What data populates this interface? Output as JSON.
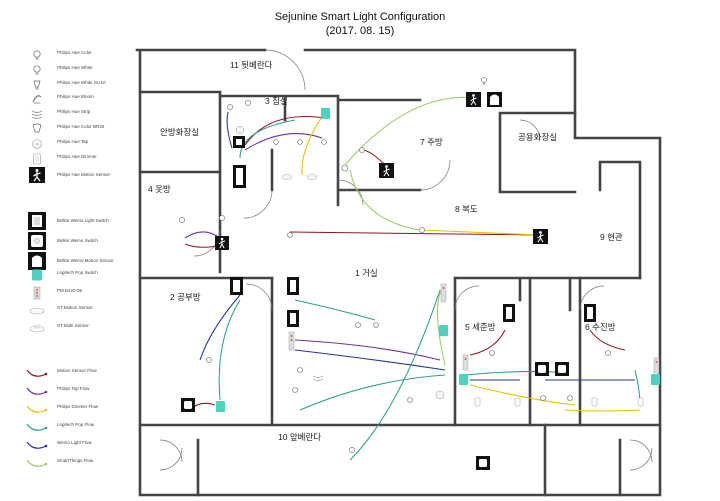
{
  "title": "Sejunine Smart Light Configuration",
  "date": "(2017. 08. 15)",
  "legend": [
    {
      "icon": "bulb-color-icon",
      "label": "Philips Hue Color"
    },
    {
      "icon": "bulb-white-icon",
      "label": "Philips Hue White"
    },
    {
      "icon": "bulb-ambiance-icon",
      "label": "Philips Hue White GU10"
    },
    {
      "icon": "bloom-lamp-icon",
      "label": "Philips Hue Bloom"
    },
    {
      "icon": "lightstrip-icon",
      "label": "Philips Hue Strip"
    },
    {
      "icon": "bulb-e14-icon",
      "label": "Philips Hue Color BR30"
    },
    {
      "icon": "hue-tap-icon",
      "label": "Philips Hue Tap"
    },
    {
      "icon": "hue-dimmer-icon",
      "label": "Philips Hue Dimmer"
    },
    {
      "icon": "hue-motion-sensor-icon",
      "label": "Philips Hue Motion Sensor"
    },
    {
      "icon": "wemo-light-switch-icon",
      "label": "Belkin Wemo Light Switch"
    },
    {
      "icon": "wemo-switch-icon",
      "label": "Belkin Wemo Switch"
    },
    {
      "icon": "wemo-motion-sensor-icon",
      "label": "Belkin Wemo Motion Sensor"
    },
    {
      "icon": "logitech-pop-switch-icon",
      "label": "Logitech Pop Switch"
    },
    {
      "icon": "power-strip-icon",
      "label": "PM B420-05"
    },
    {
      "icon": "st-motion-sensor-icon",
      "label": "ST Motion Sensor"
    },
    {
      "icon": "st-multi-sensor-icon",
      "label": "ST Multi Sensor"
    },
    {
      "icon": "motion-flow-icon",
      "label": "Motion Sensor Flow",
      "color": "#8b1a1a"
    },
    {
      "icon": "tap-flow-icon",
      "label": "Philips Tap Flow",
      "color": "#7030a0"
    },
    {
      "icon": "dimmer-flow-icon",
      "label": "Philips Dimmer Flow",
      "color": "#e6c200"
    },
    {
      "icon": "pop-flow-icon",
      "label": "Logitech Pop Flow",
      "color": "#2a9d8f"
    },
    {
      "icon": "wemo-flow-icon",
      "label": "Wemo Light Flow",
      "color": "#1f3a93"
    },
    {
      "icon": "smartthings-flow-icon",
      "label": "SmartThings Flow",
      "color": "#9ccc65"
    }
  ],
  "rooms": {
    "rear_veranda": "11 뒷베란다",
    "bedroom": "3 침실",
    "master_bath": "안방화장실",
    "dressing": "4 옷방",
    "kitchen": "7 주방",
    "public_bath": "공용화장실",
    "hallway": "8 복도",
    "entrance": "9 현관",
    "living": "1 거실",
    "study": "2 공부방",
    "room5": "5 세준방",
    "room6": "6 수진방",
    "front_veranda": "10 앞베란다"
  }
}
